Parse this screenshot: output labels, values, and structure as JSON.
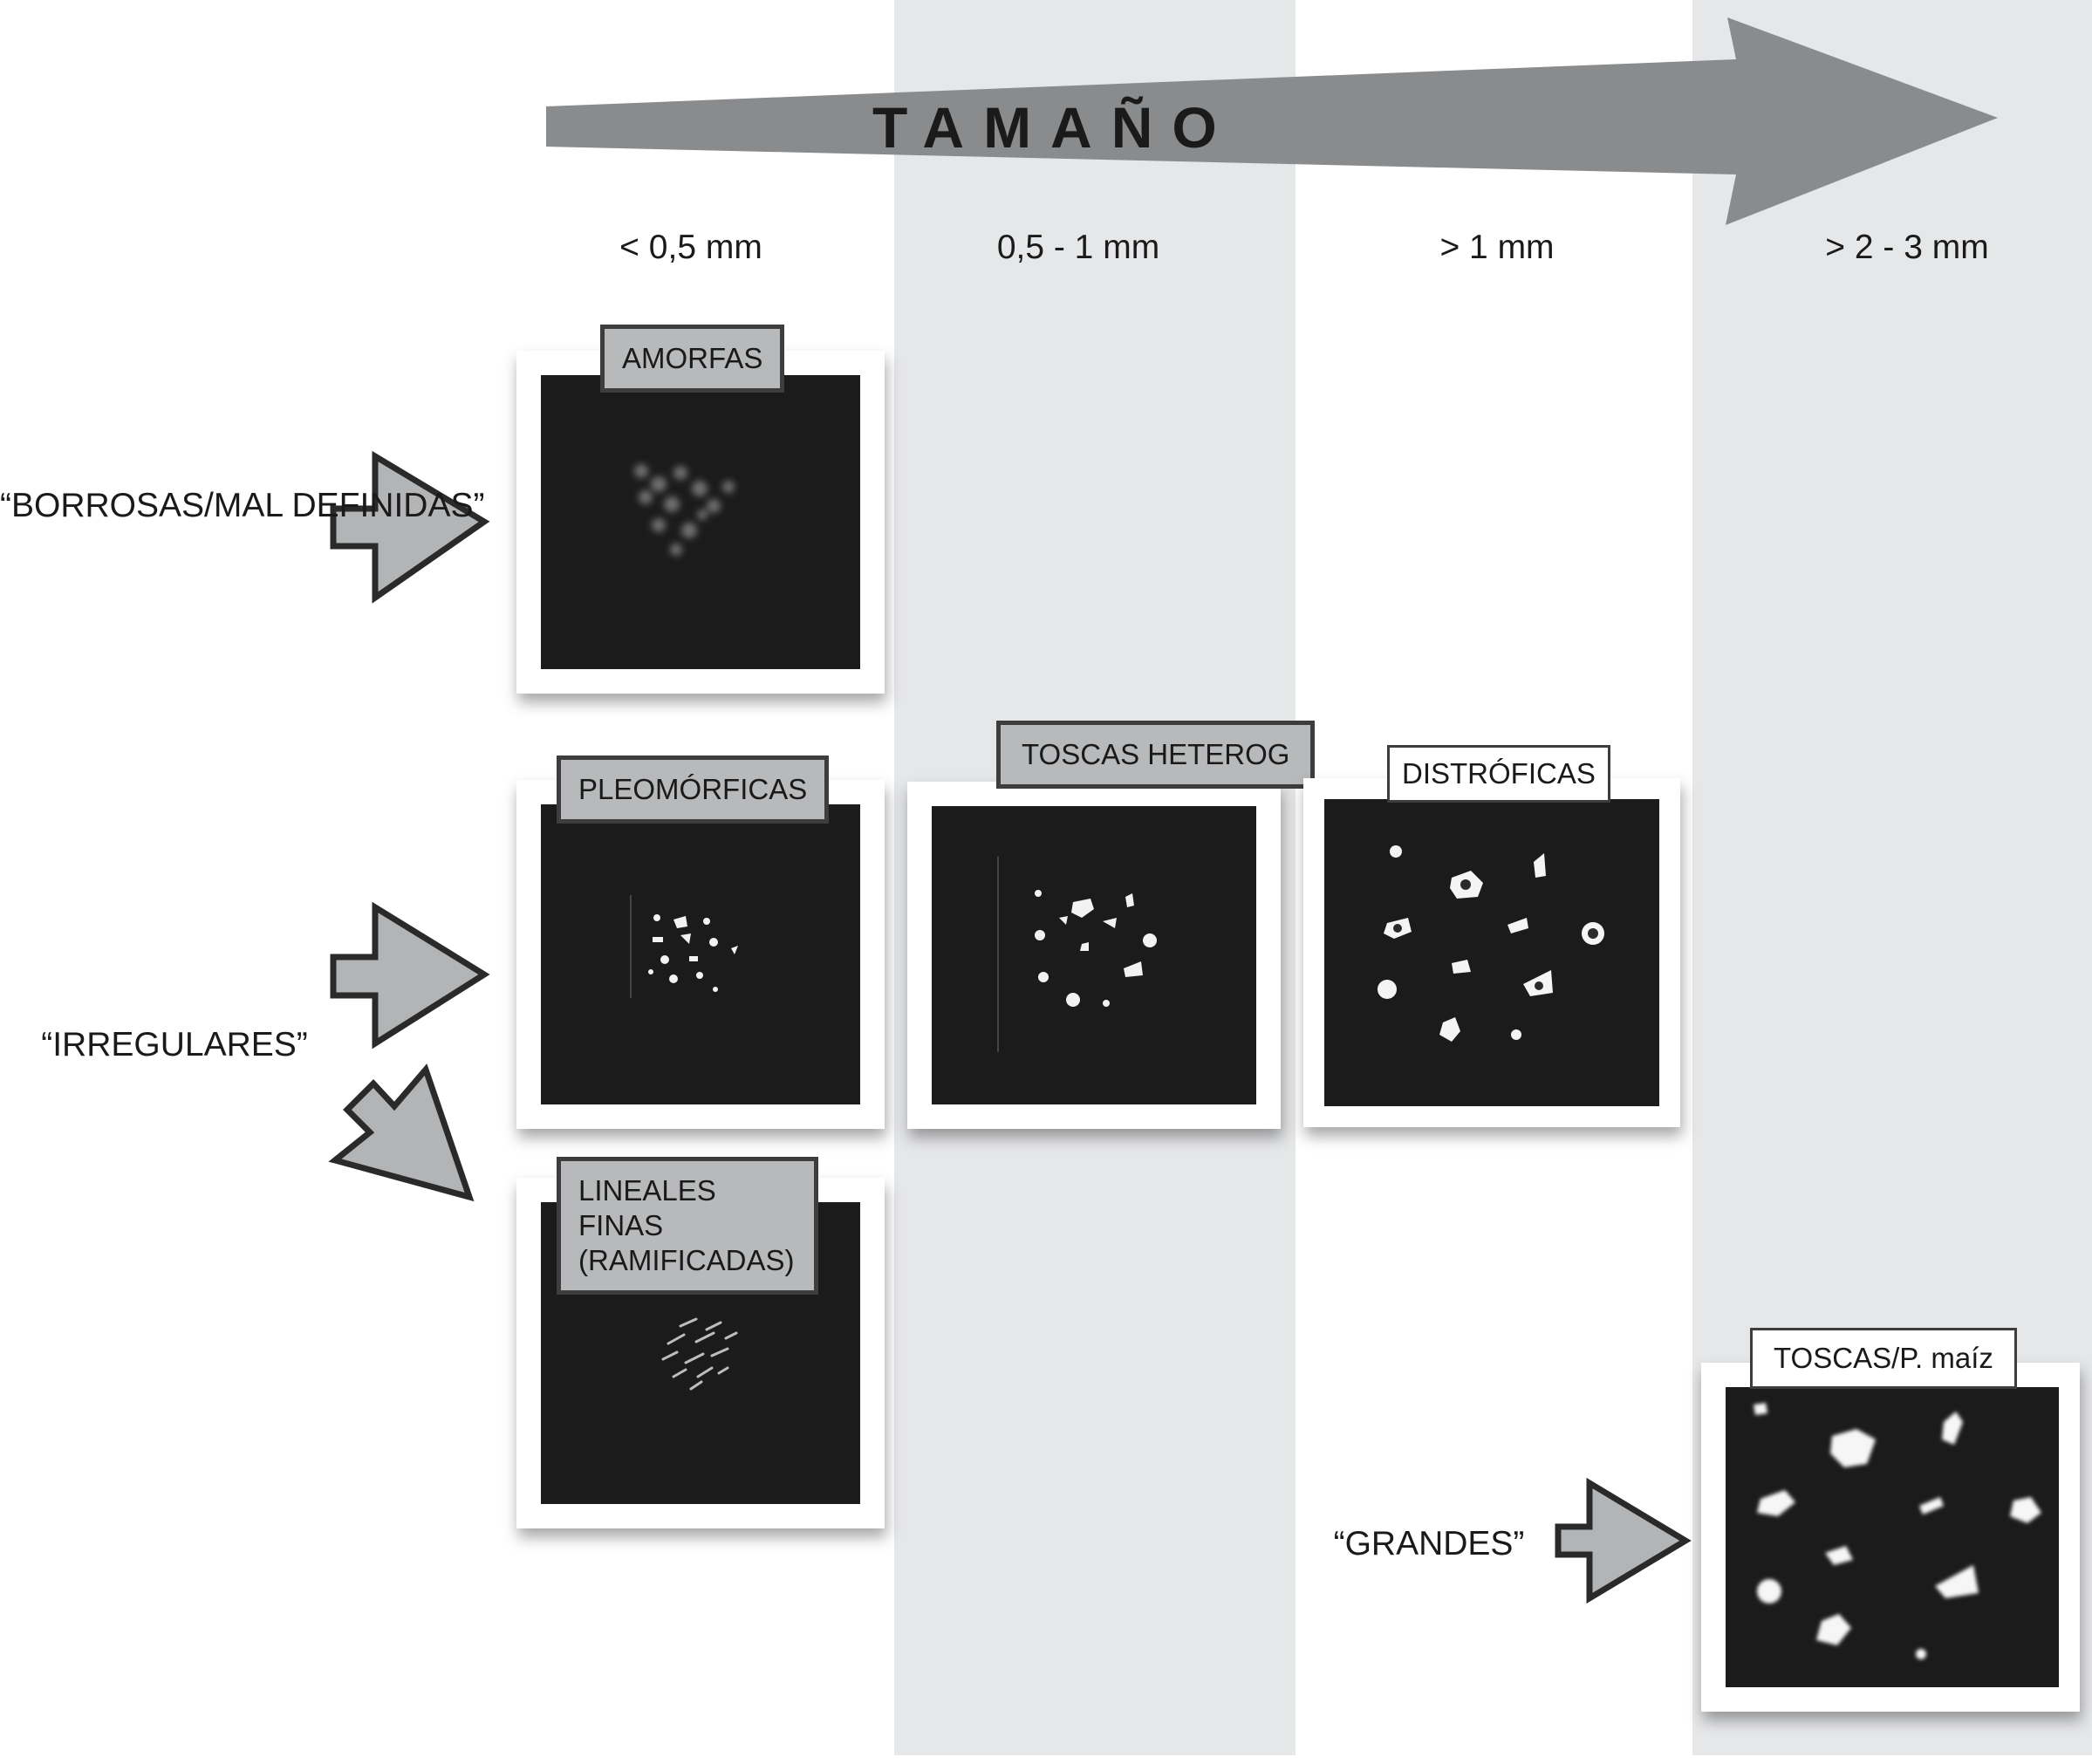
{
  "axis": {
    "title": "TAMAÑO",
    "sizes": [
      "< 0,5 mm",
      "0,5 - 1 mm",
      "> 1 mm",
      "> 2 - 3 mm"
    ]
  },
  "rows": {
    "borrosas": "“BORROSAS/MAL DEFINIDAS”",
    "irregulares": "“IRREGULARES”",
    "grandes": "“GRANDES”"
  },
  "cards": {
    "amorfas": "AMORFAS",
    "pleomorficas": "PLEOMÓRFICAS",
    "toscas_heterog": "TOSCAS HETEROG",
    "distroficas": "DISTRÓFICAS",
    "lineales": "LINEALES FINAS (RAMIFICADAS)",
    "toscas_maiz": "TOSCAS/P. maíz"
  },
  "colors": {
    "band": "#e6e7e9",
    "arrow": "#8a8b8d",
    "tag": "#b8b9bb",
    "image": "#1c1b1c"
  }
}
